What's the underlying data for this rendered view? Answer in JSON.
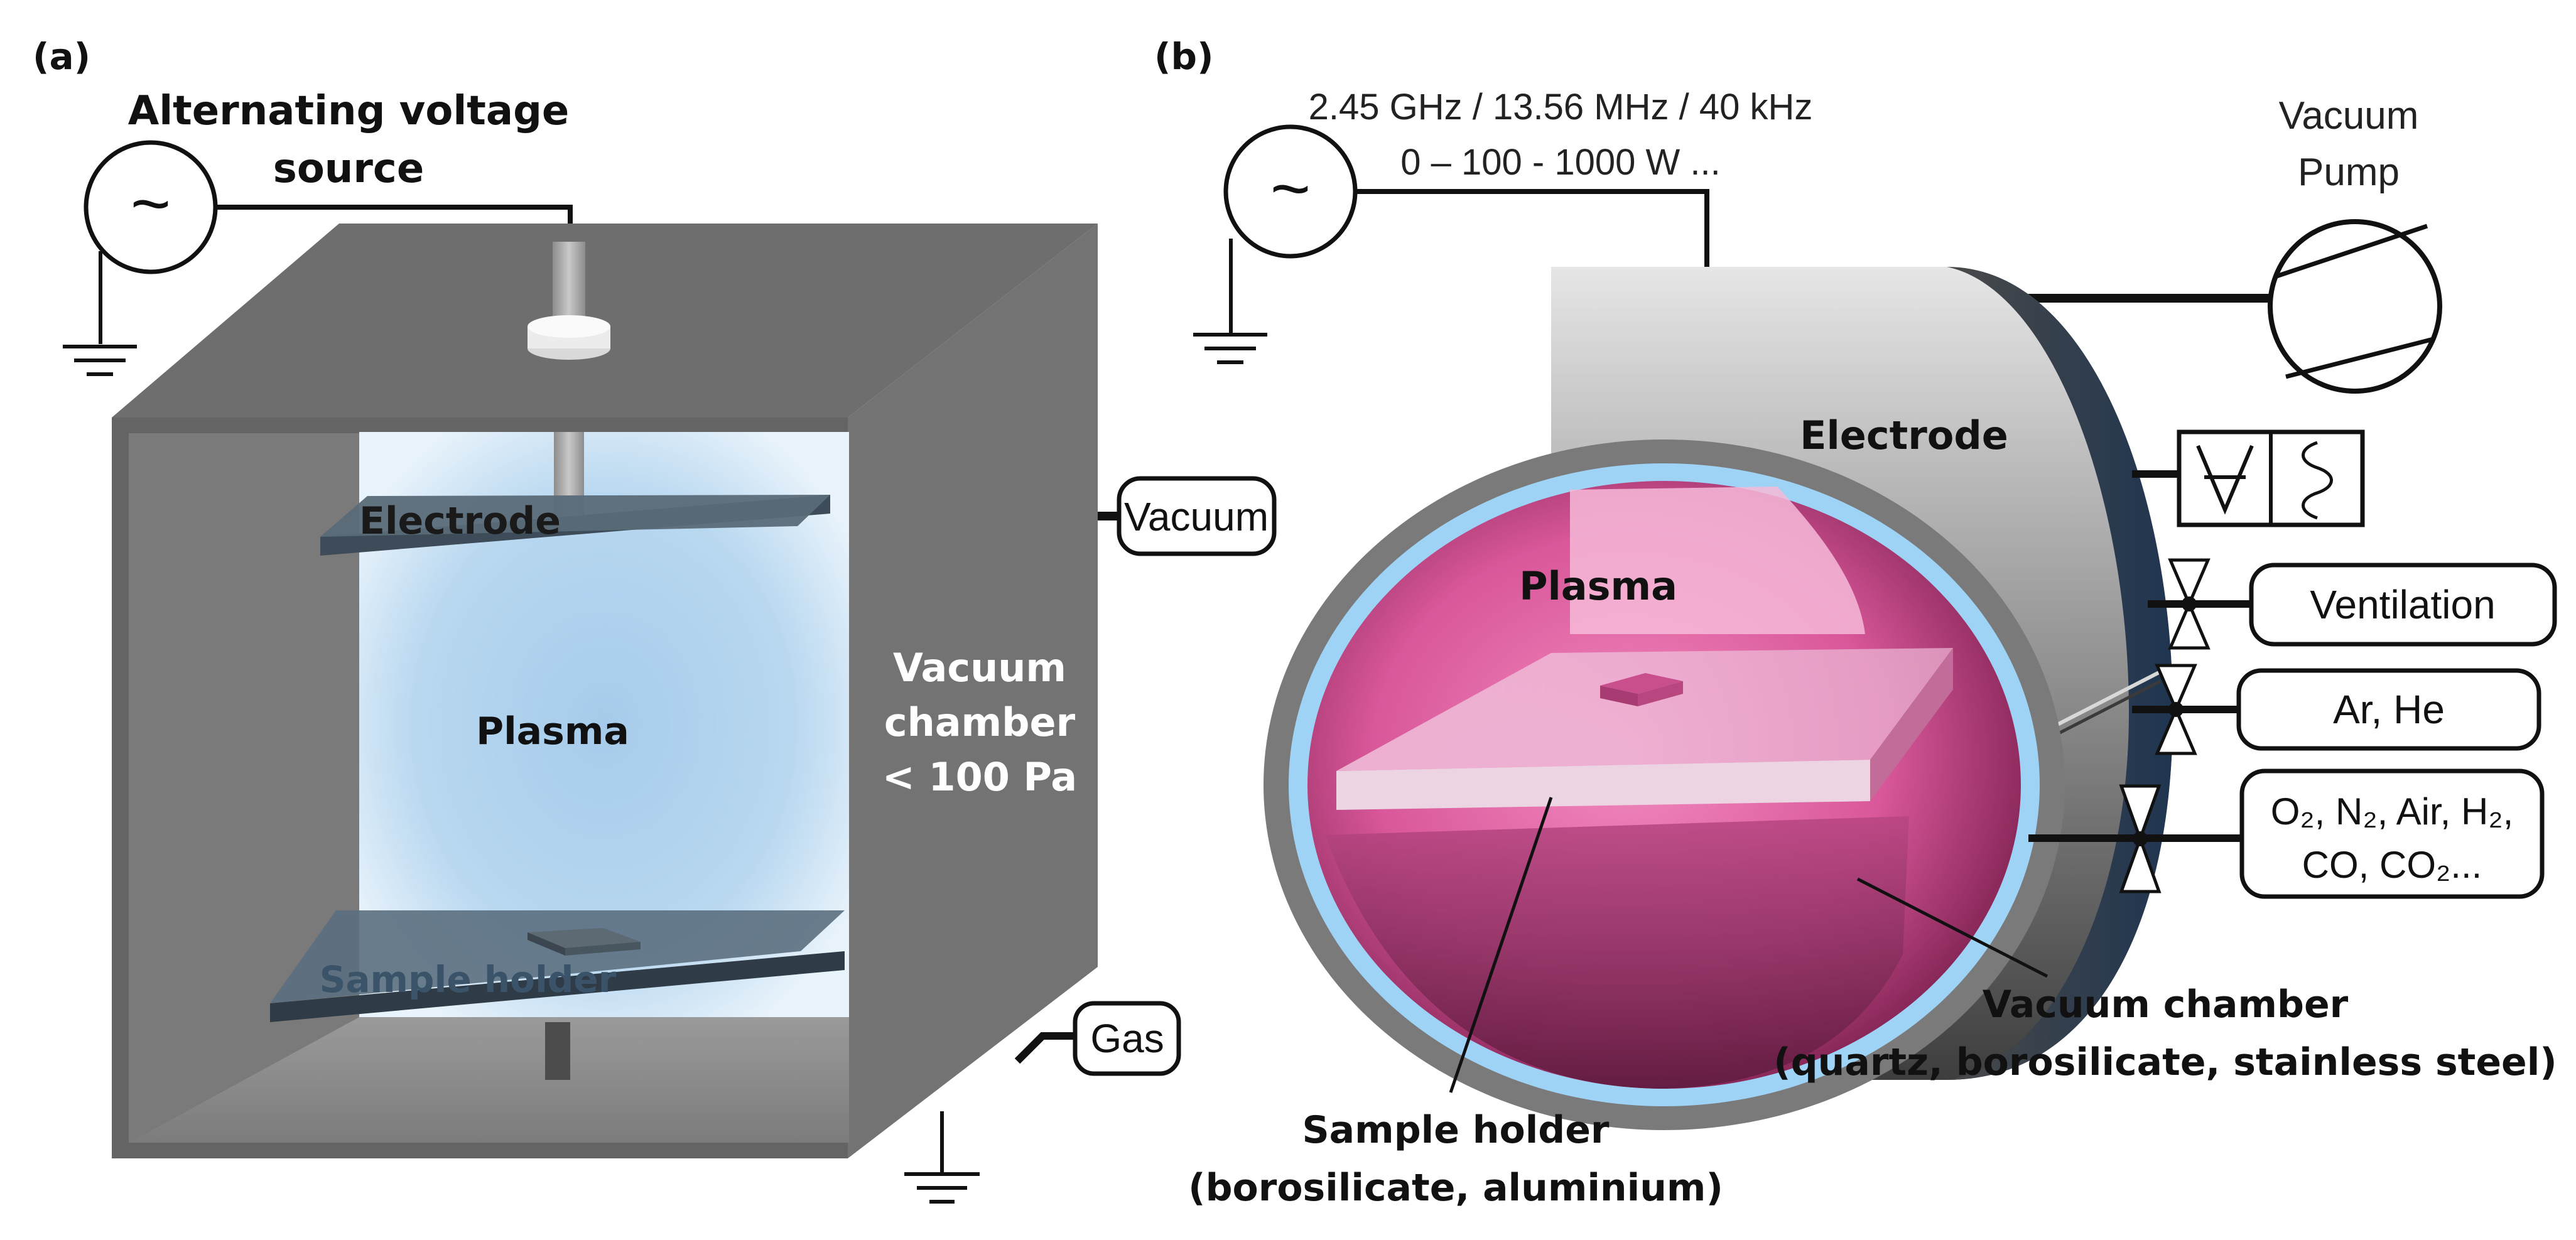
{
  "panels": {
    "a": {
      "label": "(a)",
      "source_title_line1": "Alternating voltage",
      "source_title_line2": "source",
      "source_symbol": "~",
      "electrode": "Electrode",
      "plasma": "Plasma",
      "sample_holder": "Sample holder",
      "chamber_line1": "Vacuum",
      "chamber_line2": "chamber",
      "chamber_line3": "< 100 Pa",
      "vacuum_port": "Vacuum",
      "gas_port": "Gas"
    },
    "b": {
      "label": "(b)",
      "freq": "2.45 GHz / 13.56 MHz / 40 kHz",
      "power": "0 – 100 - 1000 W ...",
      "source_symbol": "~",
      "pump_line1": "Vacuum",
      "pump_line2": "Pump",
      "electrode": "Electrode",
      "plasma": "Plasma",
      "ventilation": "Ventilation",
      "inert_gas": "Ar, He",
      "gases_line1": "O₂, N₂, Air, H₂,",
      "gases_line2": "CO, CO₂...",
      "chamber_line1": "Vacuum chamber",
      "chamber_line2": "(quartz, borosilicate, stainless steel)",
      "holder_line1": "Sample holder",
      "holder_line2": "(borosilicate, aluminium)"
    }
  },
  "colors": {
    "chamber_grey": "#6d6d6d",
    "plasma_blue": "#a9cdeb",
    "plasma_pink": "#e86aa8",
    "glass_rim": "#9fd3f5"
  }
}
